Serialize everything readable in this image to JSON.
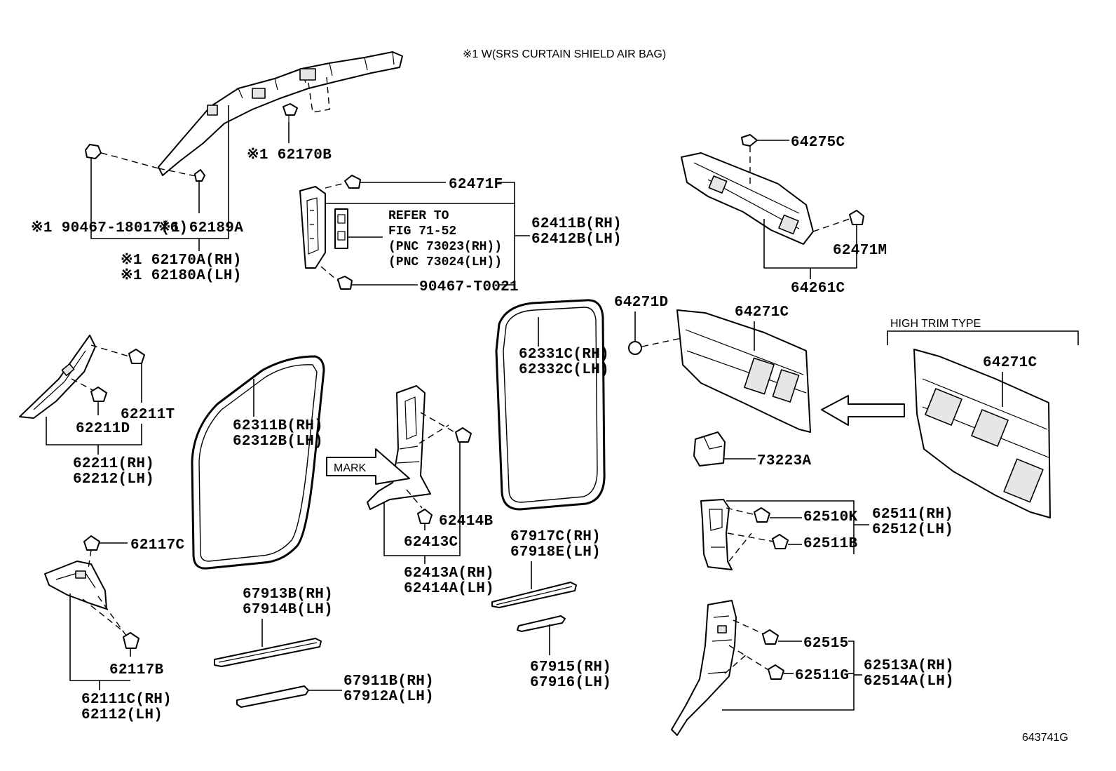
{
  "note": "※1 W(SRS CURTAIN SHIELD AIR BAG)",
  "high_trim_label": "HIGH TRIM TYPE",
  "mark_label": "MARK",
  "figure_number": "643741G",
  "refer": {
    "line1": "REFER TO",
    "line2": "FIG 71-52",
    "line3": "(PNC 73023(RH))",
    "line4": "(PNC 73024(LH))"
  },
  "labels": {
    "p62170B": "※1 62170B",
    "p90467_18017": "※1 90467-18017(6)",
    "p62189A": "※1 62189A",
    "p62170A": "※1 62170A(RH)",
    "p62180A": "※1 62180A(LH)",
    "p62471F": "62471F",
    "p62411B": "62411B(RH)",
    "p62412B": "62412B(LH)",
    "p90467_T0021": "90467-T0021",
    "p64275C": "64275C",
    "p62471M": "62471M",
    "p64261C": "64261C",
    "p64271D": "64271D",
    "p64271C_a": "64271C",
    "p64271C_b": "64271C",
    "p73223A": "73223A",
    "p62331C": "62331C(RH)",
    "p62332C": "62332C(LH)",
    "p62311B": "62311B(RH)",
    "p62312B": "62312B(LH)",
    "p62211T": "62211T",
    "p62211D": "62211D",
    "p62211": "62211(RH)",
    "p62212": "62212(LH)",
    "p62414B": "62414B",
    "p62413C": "62413C",
    "p62413A": "62413A(RH)",
    "p62414A": "62414A(LH)",
    "p62510K": "62510K",
    "p62511": "62511(RH)",
    "p62512": "62512(LH)",
    "p62511B": "62511B",
    "p62117C": "62117C",
    "p62117B": "62117B",
    "p62111C": "62111C(RH)",
    "p62112": "62112(LH)",
    "p67917C": "67917C(RH)",
    "p67918E": "67918E(LH)",
    "p67913B": "67913B(RH)",
    "p67914B": "67914B(LH)",
    "p67915": "67915(RH)",
    "p67916": "67916(LH)",
    "p67911B": "67911B(RH)",
    "p67912A": "67912A(LH)",
    "p62515": "62515",
    "p62511G": "62511G",
    "p62513A": "62513A(RH)",
    "p62514A": "62514A(LH)"
  }
}
